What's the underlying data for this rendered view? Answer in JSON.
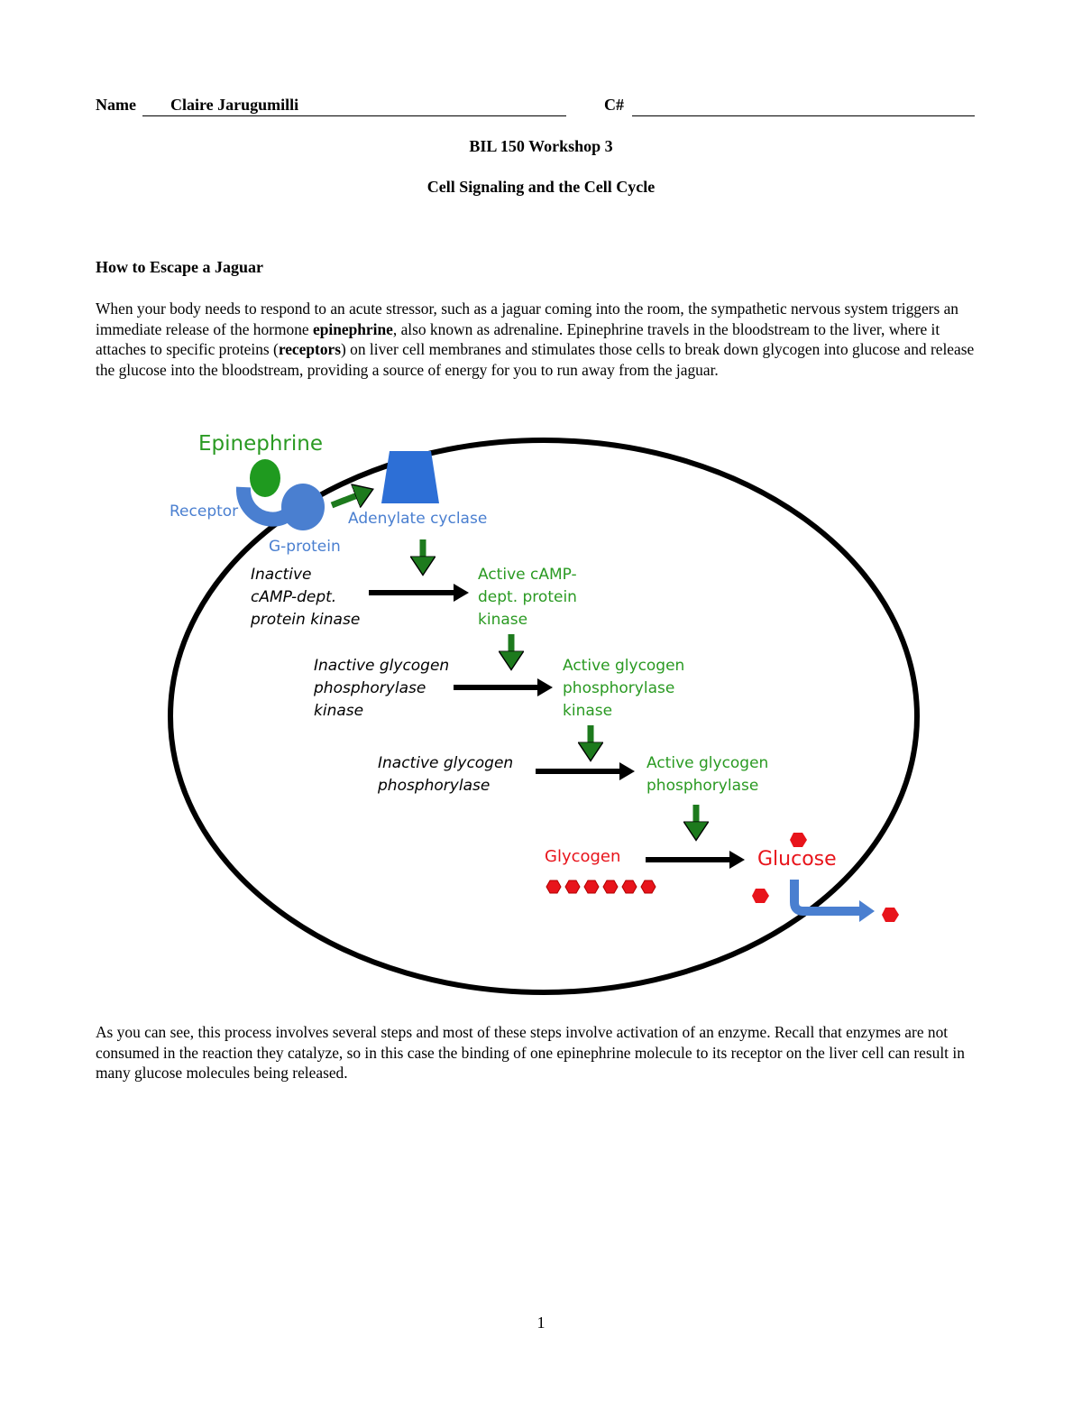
{
  "header": {
    "name_label": "Name",
    "name_value": "Claire Jarugumilli",
    "cnum_label": "C#",
    "title": "BIL 150 Workshop 3",
    "subtitle": "Cell Signaling and the Cell Cycle"
  },
  "section": {
    "heading": "How to Escape a Jaguar"
  },
  "intro": {
    "t1": "When your body needs to respond to an acute stressor, such as a jaguar coming into the room, the sympathetic nervous system triggers an immediate release of the hormone ",
    "b1": "epinephrine",
    "t2": ", also known as adrenaline. Epinephrine travels in the bloodstream to the liver, where it attaches to specific proteins (",
    "b2": "receptors",
    "t3": ") on liver cell membranes and stimulates those cells to break down glycogen into glucose and release the glucose into the bloodstream, providing a source of energy for you to run away from the jaguar."
  },
  "diagram": {
    "epinephrine": "Epinephrine",
    "receptor": "Receptor",
    "adenylate_cyclase": "Adenylate cyclase",
    "g_protein": "G-protein",
    "inactive_pka": [
      "Inactive",
      "cAMP-dept.",
      "protein kinase"
    ],
    "active_pka": [
      "Active cAMP-",
      "dept. protein",
      "kinase"
    ],
    "inactive_gpk": [
      "Inactive glycogen",
      "phosphorylase",
      "kinase"
    ],
    "active_gpk": [
      "Active glycogen",
      "phosphorylase",
      "kinase"
    ],
    "inactive_gp": [
      "Inactive glycogen",
      "phosphorylase"
    ],
    "active_gp": [
      "Active glycogen",
      "phosphorylase"
    ],
    "glycogen": "Glycogen",
    "glucose": "Glucose",
    "colors": {
      "green": "#2a9a22",
      "blue": "#4a7fd0",
      "red": "#e8141b",
      "arrow_green": "#1d7a1d"
    }
  },
  "conclusion": {
    "text": "As you can see, this process involves several steps and most of these steps involve activation of an enzyme. Recall that enzymes are not consumed in the reaction they catalyze, so in this case the binding of one epinephrine molecule to its receptor on the liver cell can result in many glucose molecules being released."
  },
  "footer": {
    "page_number": "1"
  }
}
